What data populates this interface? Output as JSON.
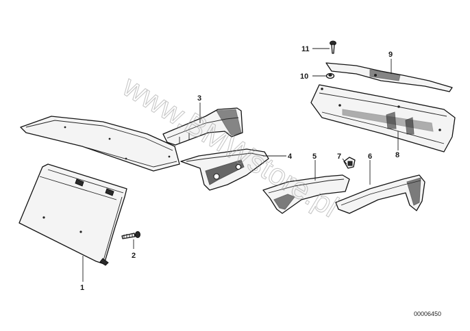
{
  "diagram": {
    "watermark": "www.BMWstore.pl",
    "doc_number": "00006450",
    "callouts": [
      {
        "id": "1",
        "label": "1"
      },
      {
        "id": "2",
        "label": "2"
      },
      {
        "id": "3",
        "label": "3"
      },
      {
        "id": "4",
        "label": "4"
      },
      {
        "id": "5",
        "label": "5"
      },
      {
        "id": "6",
        "label": "6"
      },
      {
        "id": "7",
        "label": "7"
      },
      {
        "id": "8",
        "label": "8"
      },
      {
        "id": "9",
        "label": "9"
      },
      {
        "id": "10",
        "label": "10"
      },
      {
        "id": "11",
        "label": "11"
      }
    ]
  }
}
